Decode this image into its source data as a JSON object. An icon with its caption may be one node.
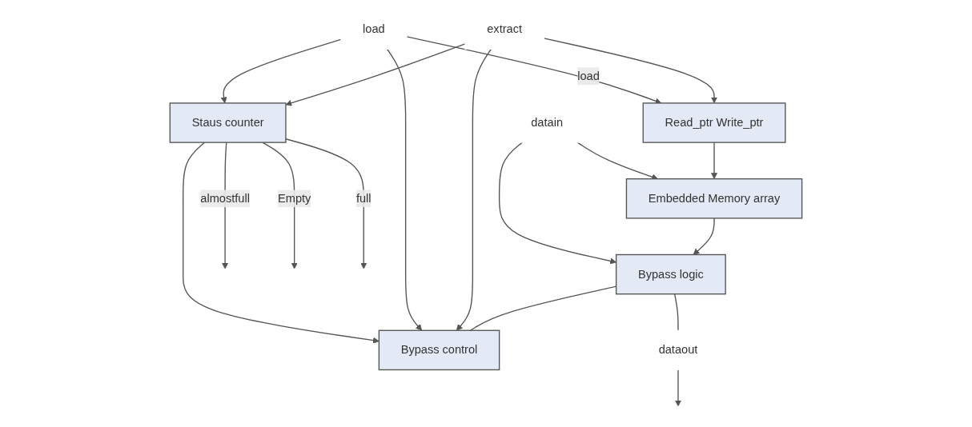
{
  "diagram": {
    "nodes": [
      {
        "text": [
          "datain"
        ]
      },
      {
        "text": [
          "Embedded Memory array"
        ]
      },
      {
        "text": [
          "Read_ptr Write_ptr"
        ]
      },
      {
        "text": [
          "load"
        ]
      },
      {
        "text": [
          "Staus counter"
        ]
      },
      {
        "text": [
          "Bypass logic"
        ]
      },
      {
        "text": [
          "Bypass control"
        ]
      },
      {
        "text": [
          "extract"
        ]
      },
      {
        "text": [
          "dataout"
        ]
      }
    ],
    "edges": [
      {
        "from": 0,
        "to": 1,
        "arrow": "to"
      },
      {
        "from": 0,
        "to": 5,
        "arrow": "to"
      },
      {
        "from": 3,
        "to": 2,
        "arrow": "to",
        "label": "load"
      },
      {
        "from": 7,
        "to": 2,
        "arrow": "to"
      },
      {
        "from": 2,
        "to": 1,
        "arrow": "to"
      },
      {
        "from": 3,
        "to": 4,
        "arrow": "to"
      },
      {
        "from": 7,
        "to": 4,
        "arrow": "to"
      },
      {
        "from": 4,
        "to": null,
        "arrow": "to",
        "label": "full"
      },
      {
        "from": 4,
        "to": null,
        "arrow": "to",
        "label": "Empty"
      },
      {
        "from": 4,
        "to": null,
        "arrow": "to",
        "label": "almostfull"
      },
      {
        "from": 1,
        "to": 5,
        "arrow": "to"
      },
      {
        "from": 4,
        "to": 6,
        "arrow": "to"
      },
      {
        "from": 3,
        "to": 6,
        "arrow": "to"
      },
      {
        "from": 7,
        "to": 6,
        "arrow": "to"
      },
      {
        "from": 5,
        "to": 6,
        "arrow": "none"
      },
      {
        "from": 5,
        "to": 8,
        "arrow": "none"
      },
      {
        "from": 8,
        "to": null,
        "arrow": "to"
      }
    ]
  }
}
